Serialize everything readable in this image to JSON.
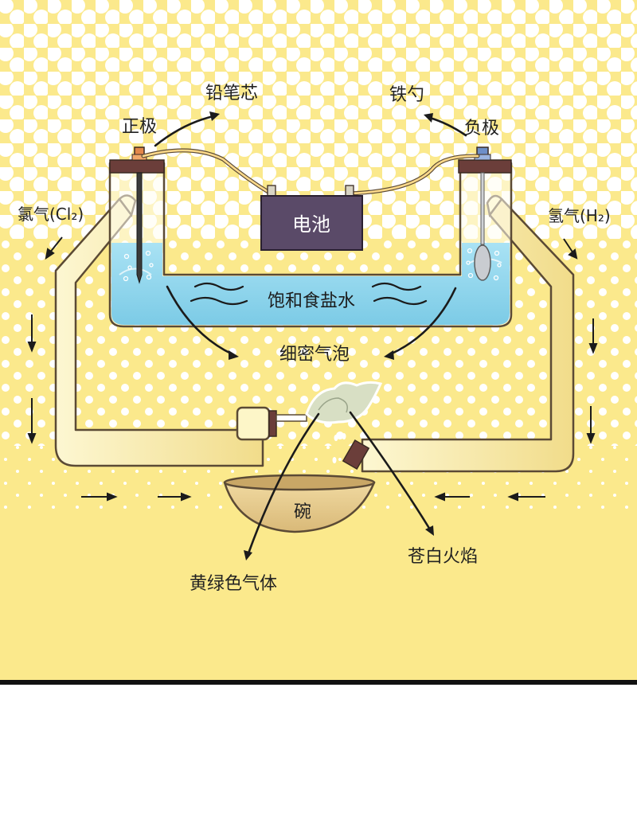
{
  "labels": {
    "pencil_lead": "铅笔芯",
    "iron_spoon": "铁勺",
    "positive": "正极",
    "negative": "负极",
    "chlorine": "氯气(Cl₂)",
    "hydrogen": "氢气(H₂)",
    "battery": "电池",
    "brine": "饱和食盐水",
    "bubbles": "细密气泡",
    "bowl": "碗",
    "yellow_green_gas": "黄绿色气体",
    "pale_flame": "苍白火焰"
  },
  "colors": {
    "background": "#fbe98c",
    "dots": "#ffffff",
    "tube": "#fdf6c8",
    "tube_outline": "#5b4a35",
    "water": "#8fd6ee",
    "battery": "#5a4a68",
    "cap": "#6b3e3a",
    "bowl": "#e6c98c",
    "bottom_line": "#111111"
  }
}
